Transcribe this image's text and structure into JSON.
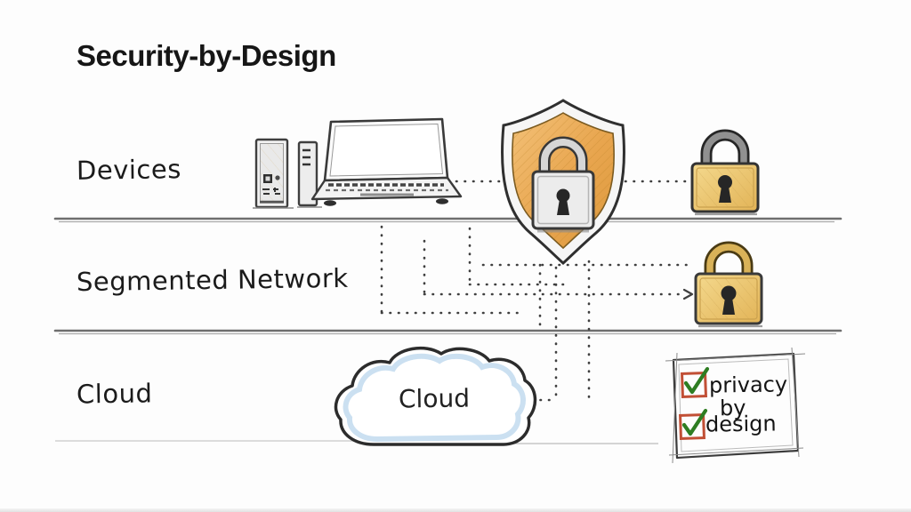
{
  "title": "Security-by-Design",
  "rows": [
    {
      "label": "Devices"
    },
    {
      "label": "Segmented Network"
    },
    {
      "label": "Cloud"
    }
  ],
  "cloud": {
    "label": "Cloud"
  },
  "privacy_badge": {
    "word1": "privacy",
    "word2": "by",
    "word3": "design",
    "checkboxes_checked": 2
  },
  "icons": [
    "desktop-tower-icon",
    "laptop-icon",
    "shield-lock-icon",
    "padlock-icon",
    "cloud-icon",
    "checkbox-icon",
    "checkmark-icon"
  ],
  "colors": {
    "background": "#fdfdfd",
    "text_dark": "#1c1c1c",
    "shield_orange": "#e8a54e",
    "shield_orange_light": "#f3c178",
    "lock_gold": "#ecc26a",
    "shackle_gray": "#8a8a8a",
    "shackle_gold": "#d9b258",
    "cloud_blue": "#c2dbee",
    "checkbox_red": "#c14f35",
    "check_green": "#2e7d22",
    "divider_gray": "#6e6e6e",
    "dot_dark": "#3a3a3a"
  }
}
